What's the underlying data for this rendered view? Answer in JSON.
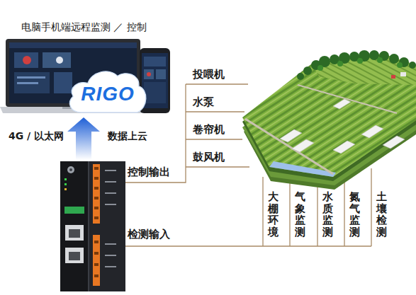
{
  "diagram": {
    "nodes": [
      {
        "text": [
          "RIGO"
        ]
      }
    ],
    "labels": [
      "电脑手机端远程监测 ／ 控制",
      "4G / 以太网",
      "数据上云",
      "控制输出",
      "检测输入",
      "投喂机",
      "水泵",
      "卷帘机",
      "鼓风机",
      "大棚环境",
      "气象监测",
      "水质监测",
      "氮气监测",
      "土壤检测"
    ]
  }
}
